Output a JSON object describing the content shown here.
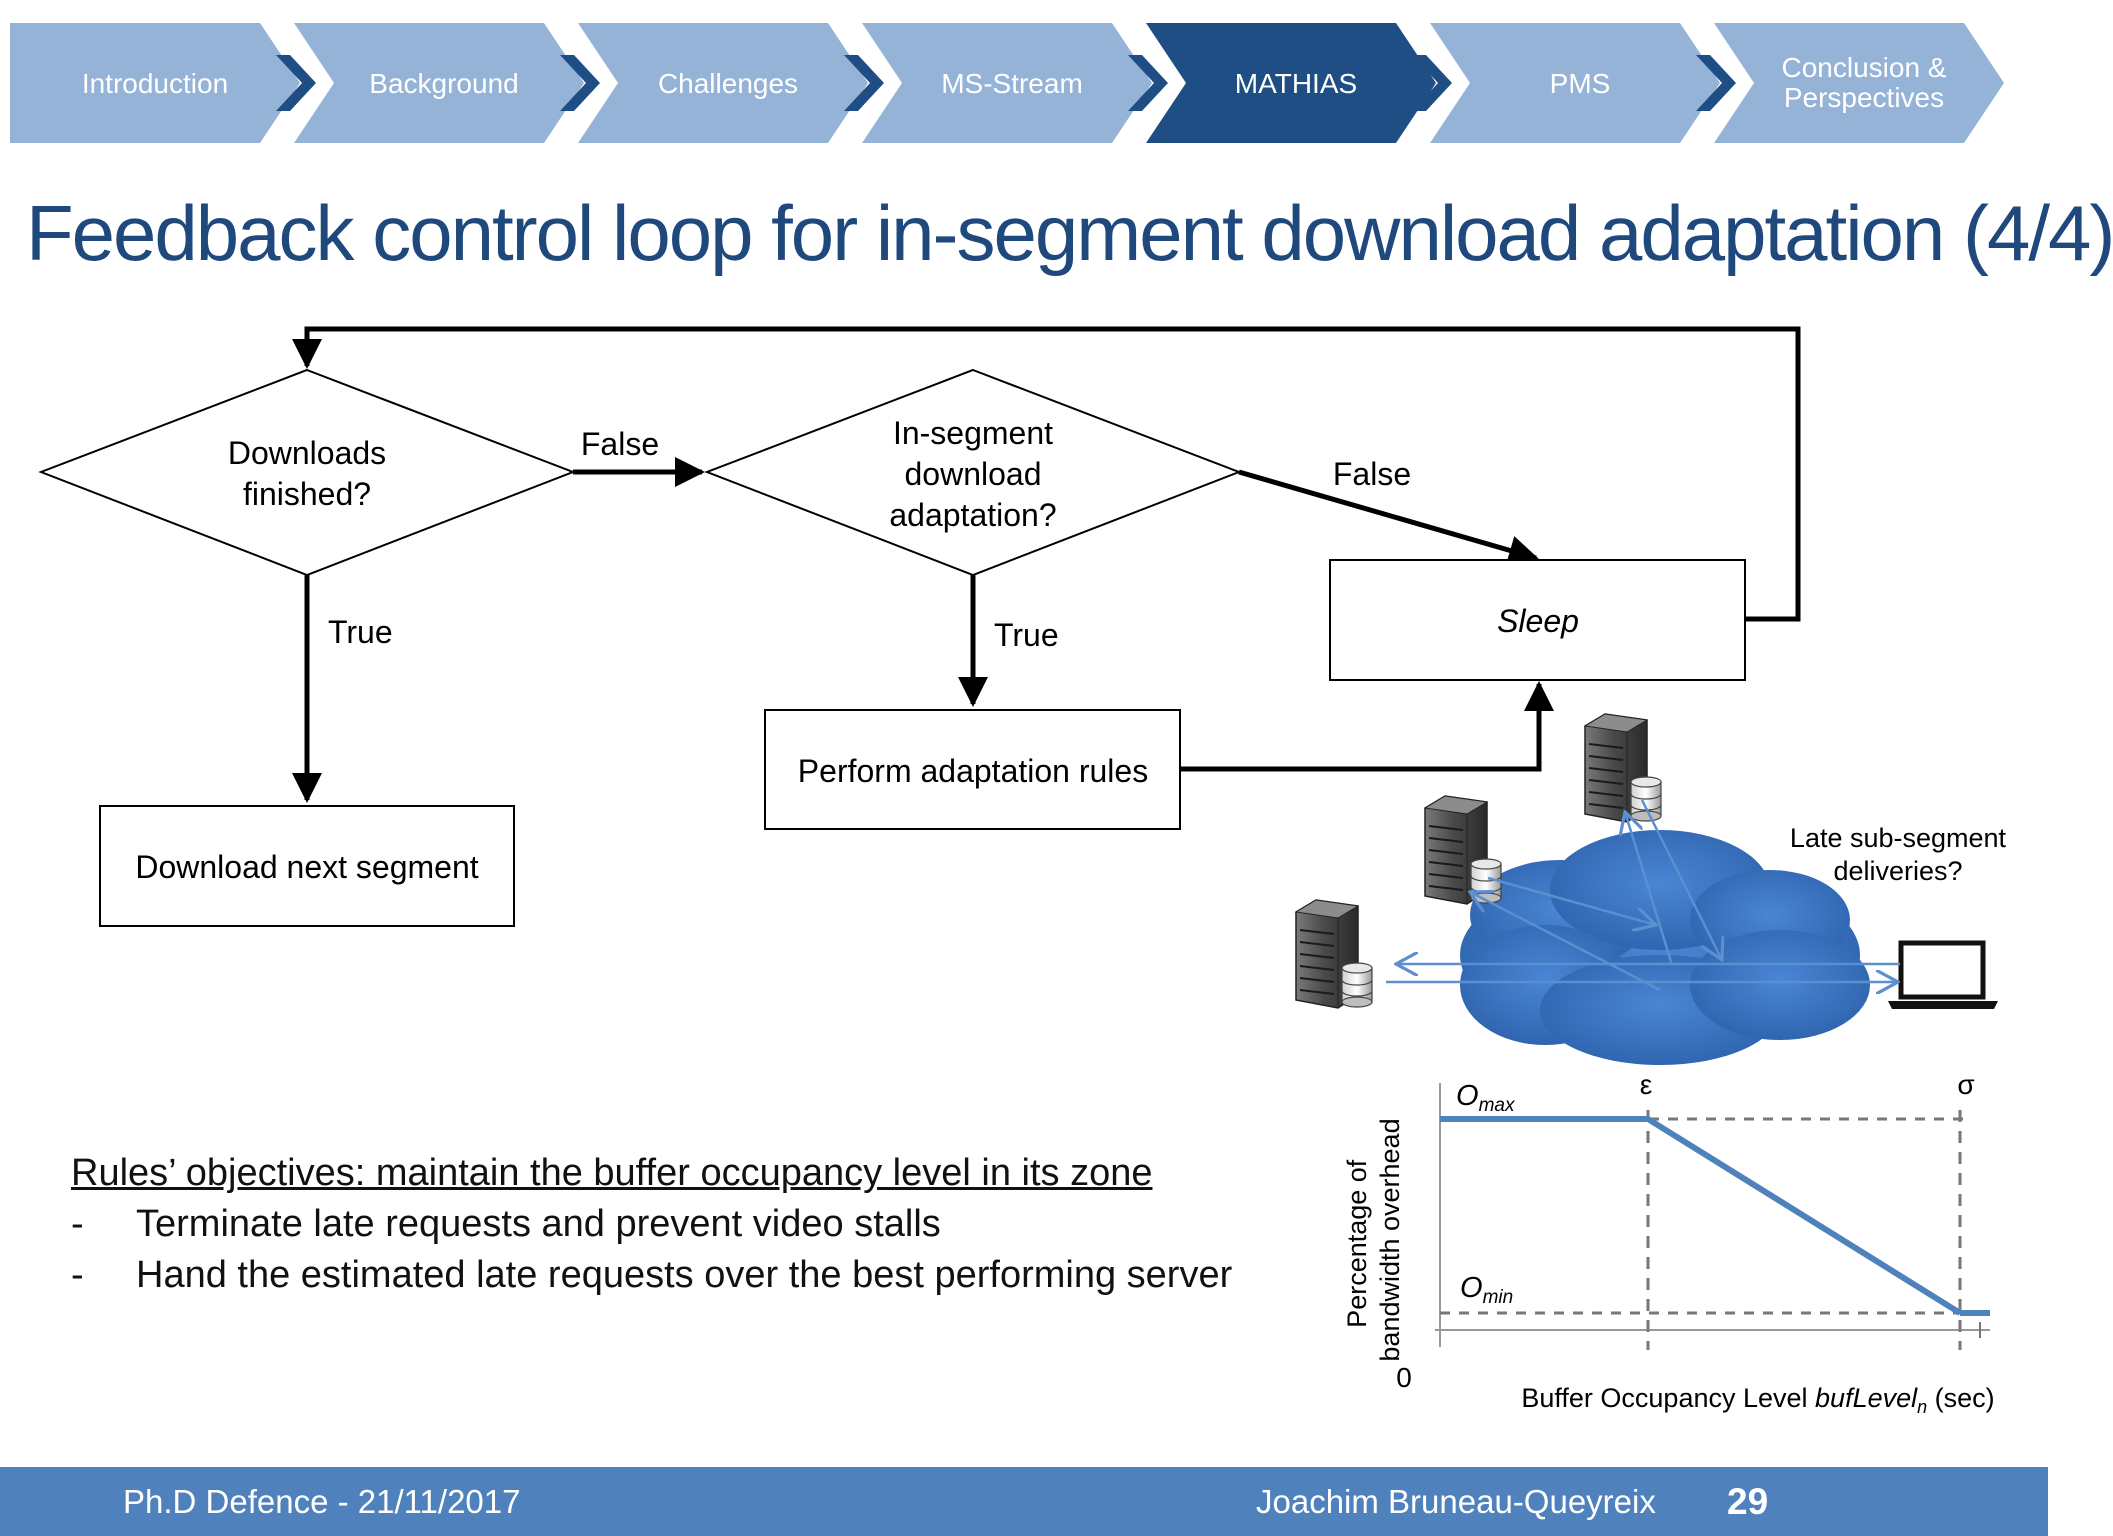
{
  "nav": {
    "items": [
      {
        "label": "Introduction",
        "active": false
      },
      {
        "label": "Background",
        "active": false
      },
      {
        "label": "Challenges",
        "active": false
      },
      {
        "label": "MS-Stream",
        "active": false
      },
      {
        "label": "MATHIAS",
        "active": true
      },
      {
        "label": "PMS",
        "active": false
      },
      {
        "label": "Conclusion &",
        "label2": "Perspectives",
        "active": false
      }
    ],
    "colors": {
      "inactive": "#95b3d7",
      "active": "#1f4e85",
      "chevron": "#1f4e85",
      "text": "#ffffff"
    }
  },
  "title": "Feedback control loop for in-segment download adaptation (4/4)",
  "flowchart": {
    "decision1": {
      "line1": "Downloads",
      "line2": "finished?"
    },
    "decision2": {
      "line1": "In-segment",
      "line2": "download",
      "line3": "adaptation?"
    },
    "false1": "False",
    "false2": "False",
    "true1": "True",
    "true2": "True",
    "sleep": "Sleep",
    "perform": "Perform adaptation rules",
    "download_next": "Download next segment"
  },
  "network": {
    "caption_line1": "Late sub-segment",
    "caption_line2": "deliveries?",
    "cloud_color": "#3d76c2",
    "arrow_color": "#5b8fd0"
  },
  "chart_data": {
    "type": "line",
    "xlabel_main": "Buffer Occupancy Level ",
    "xlabel_var": "bufLevel",
    "xlabel_sub": "n",
    "xlabel_unit": " (sec)",
    "ylabel_line1": "Percentage of",
    "ylabel_line2": "bandwidth overhead",
    "origin_label": "0",
    "o_max_main": "O",
    "o_max_sub": "max",
    "o_min_main": "O",
    "o_min_sub": "min",
    "epsilon": "ε",
    "sigma": "σ",
    "x": [
      0,
      1,
      2
    ],
    "y": [
      1,
      1,
      0
    ],
    "series_color": "#4f81bd"
  },
  "rules": {
    "heading": "Rules’ objectives: maintain the buffer occupancy level in its zone",
    "items": [
      "Terminate late requests and prevent video stalls",
      "Hand the estimated late requests over the best performing server"
    ]
  },
  "footer": {
    "left": "Ph.D Defence - 21/11/2017",
    "author": "Joachim Bruneau-Queyreix",
    "page_number": "29"
  }
}
